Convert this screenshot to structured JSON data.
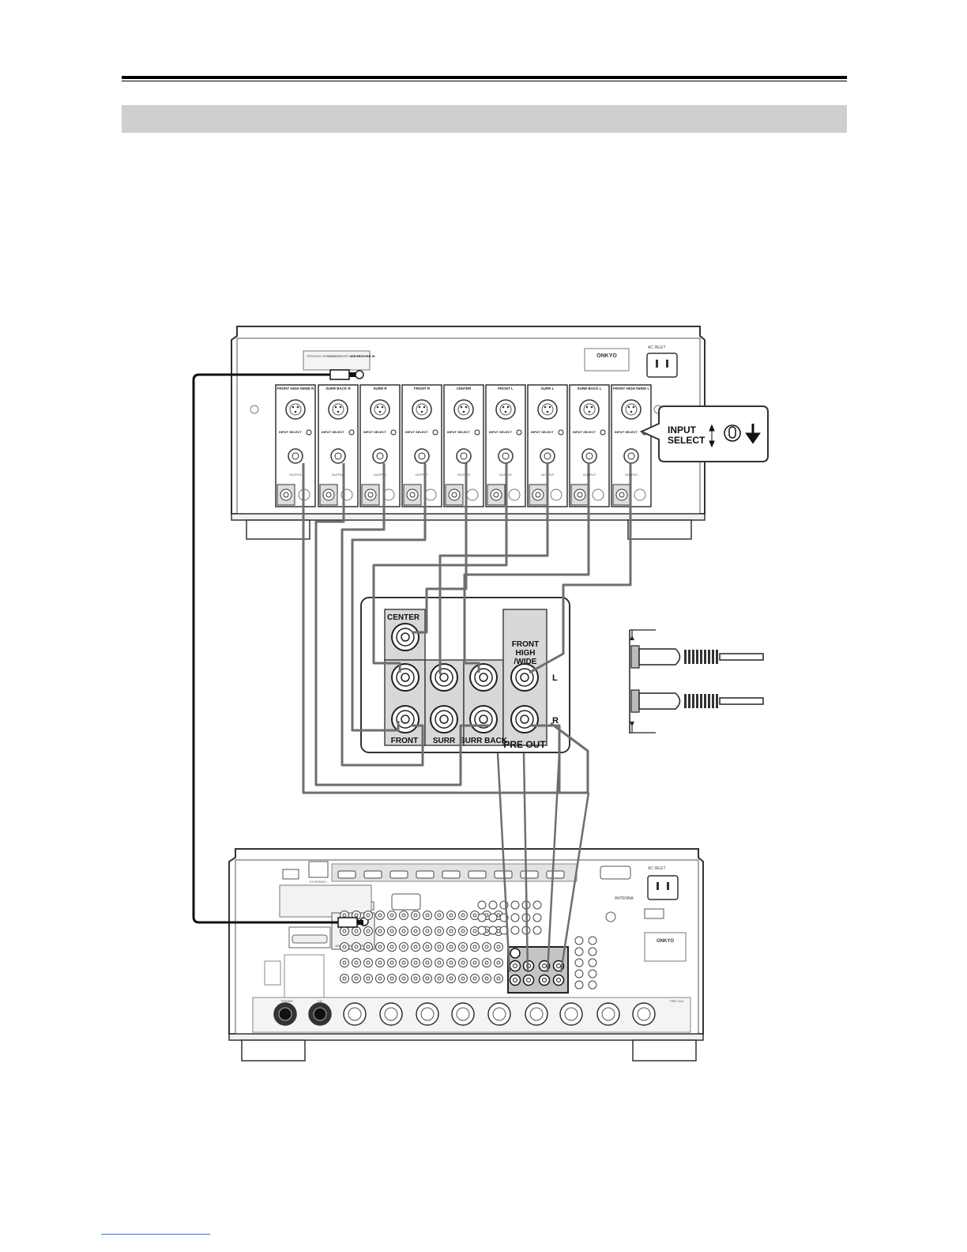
{
  "amp": {
    "brand": "ONKYO",
    "ac_inlet": "AC INLET",
    "trigger_label": "12V TRIGGER IN",
    "speaker_impedance": "SPEAKER IMPEDANCE",
    "auto_power_down": "AUTO POWER DOWN",
    "channels": [
      "FRONT HIGH /WIDE R",
      "SURR BACK R",
      "SURR R",
      "FRONT R",
      "CENTER",
      "FRONT L",
      "SURR L",
      "SURR BACK L",
      "FRONT HIGH /WIDE L"
    ],
    "input_select": "INPUT SELECT",
    "output": "OUTPUT"
  },
  "callout": {
    "line1": "INPUT",
    "line2": "SELECT"
  },
  "preout": {
    "center": "CENTER",
    "front_high_l1": "FRONT",
    "front_high_l2": "HIGH",
    "front_high_l3": "/WIDE",
    "left": "L",
    "right": "R",
    "front": "FRONT",
    "surr": "SURR",
    "surr_back": "SURR BACK",
    "pre_out": "PRE OUT"
  },
  "receiver": {
    "brand": "ONKYO",
    "ac_inlet": "AC INLET",
    "ethernet": "ETHERNET",
    "antenna": "ANTENNA",
    "phono": "PHONO",
    "cd": "CD",
    "pre_out": "PRE OUT",
    "trigger_out": "12V TRIGGER OUT"
  },
  "colors": {
    "cable": "#6e6e6e",
    "panel": "#d8d8d8",
    "highlight": "#c4c4c4",
    "bar": "#cfcfcf"
  }
}
